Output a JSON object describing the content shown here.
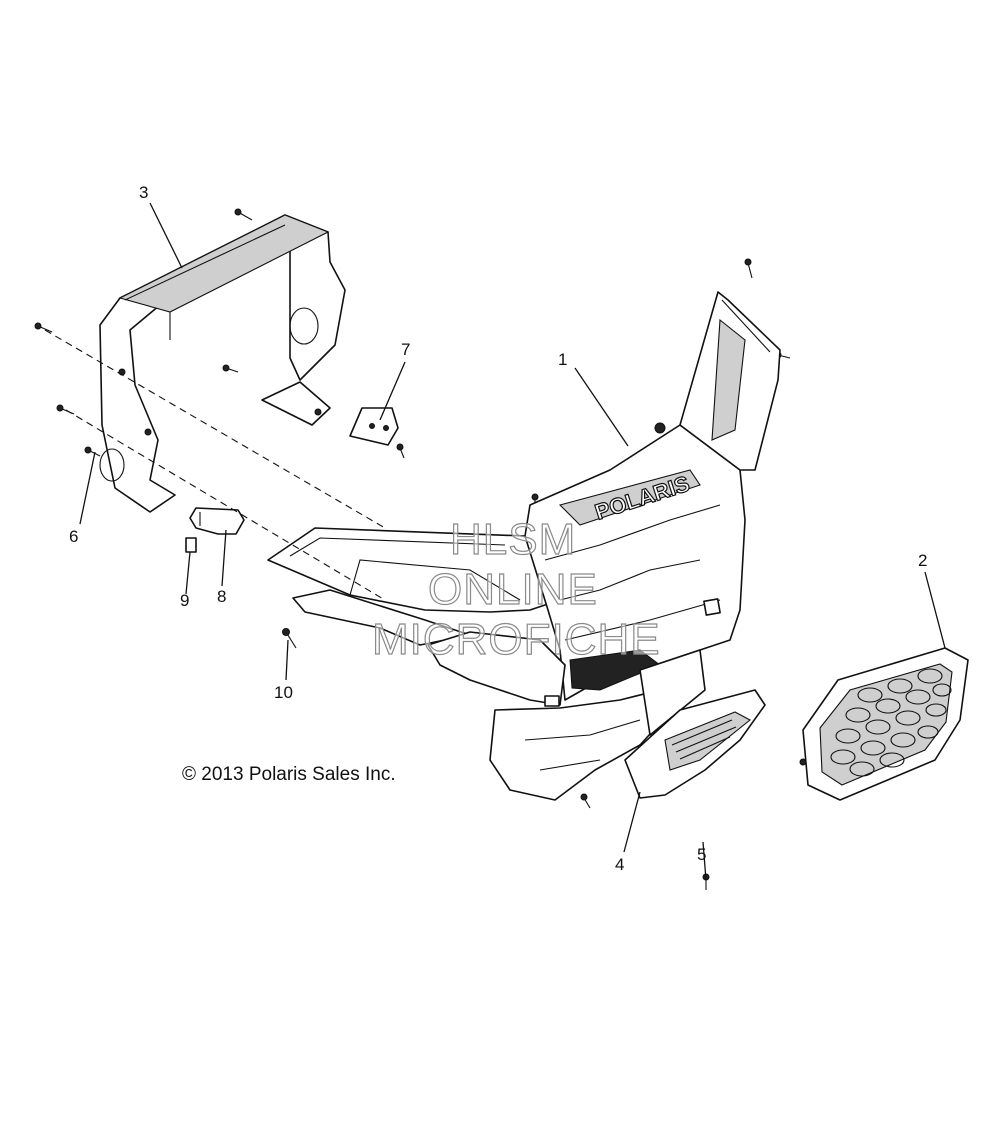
{
  "callouts": [
    "1",
    "2",
    "3",
    "4",
    "5",
    "6",
    "7",
    "8",
    "9",
    "10"
  ],
  "copyright": "© 2013 Polaris Sales Inc.",
  "logo_text": "POLARIS",
  "watermark": [
    "HLSM",
    "ONLINE",
    "MICROFICHE"
  ],
  "colors": {
    "line": "#111111",
    "background": "#ffffff",
    "watermark": "#8a8a8a"
  }
}
